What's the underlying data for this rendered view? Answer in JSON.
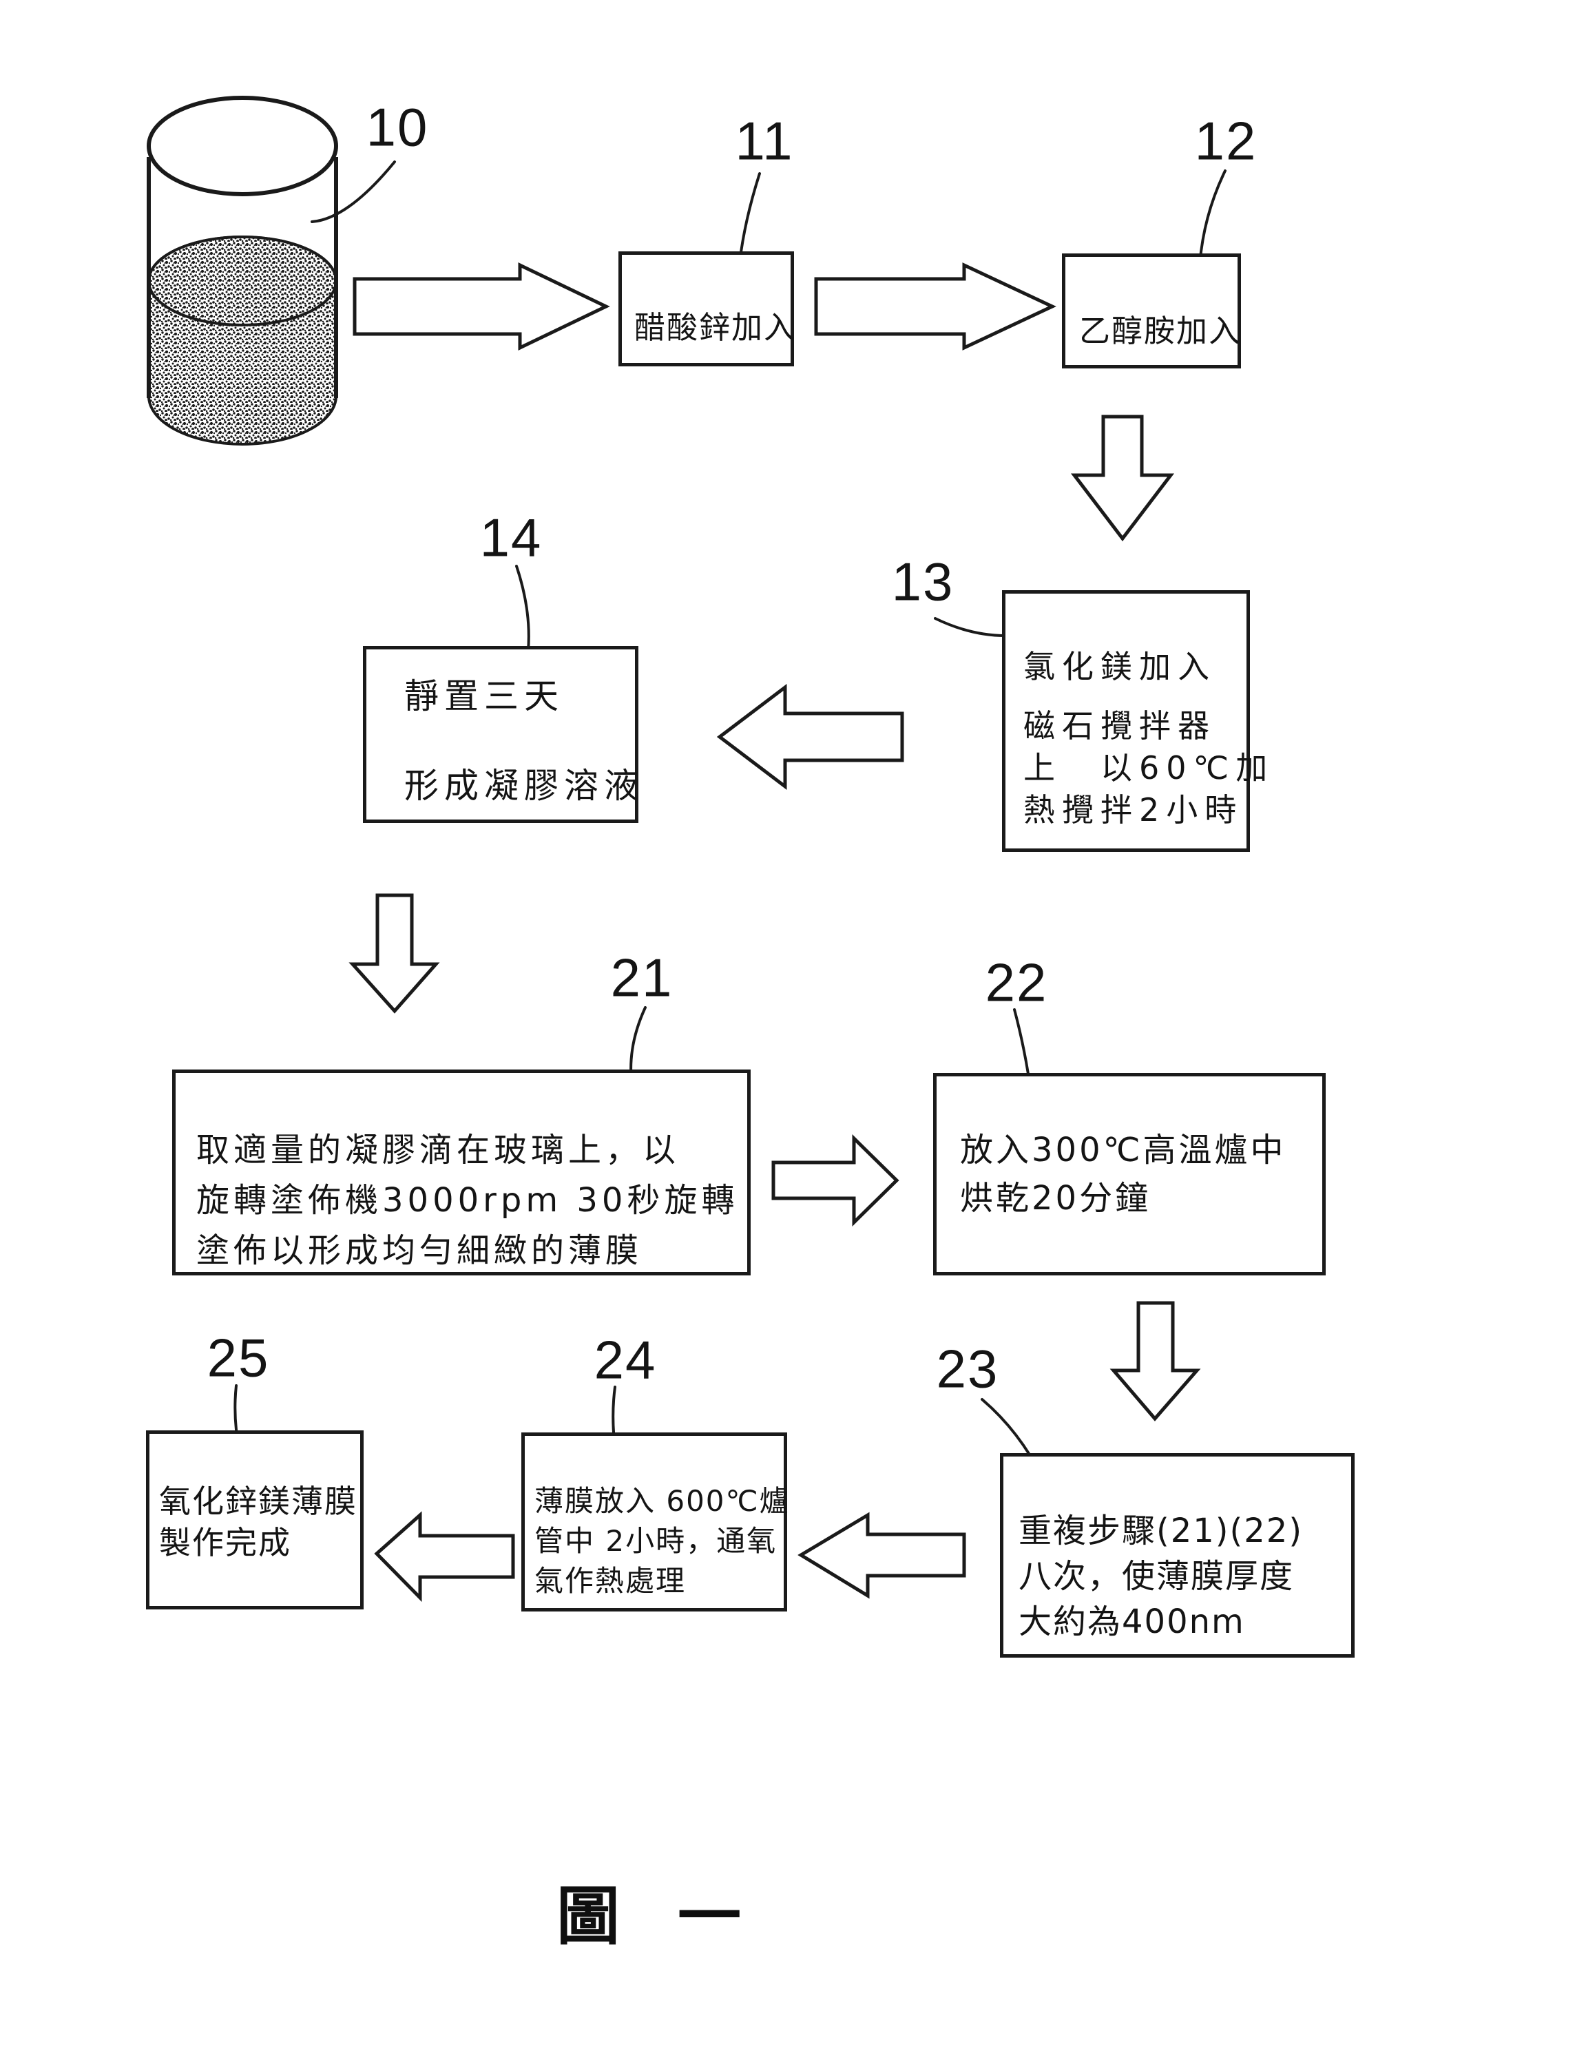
{
  "figure": {
    "caption": "圖 一",
    "colors": {
      "ink": "#1a1a1a",
      "paper": "#ffffff"
    }
  },
  "refs": {
    "r10": "10",
    "r11": "11",
    "r12": "12",
    "r13": "13",
    "r14": "14",
    "r21": "21",
    "r22": "22",
    "r23": "23",
    "r24": "24",
    "r25": "25"
  },
  "boxes": {
    "b11": {
      "lines": [
        "醋酸鋅加入"
      ]
    },
    "b12": {
      "lines": [
        "乙醇胺加入"
      ]
    },
    "b13": {
      "lines": [
        "氯化鎂加入",
        "磁石攪拌器",
        "上　以60℃加",
        "熱攪拌2小時"
      ]
    },
    "b14": {
      "lines": [
        "靜置三天",
        "形成凝膠溶液"
      ]
    },
    "b21": {
      "lines": [
        "取適量的凝膠滴在玻璃上，以",
        "旋轉塗佈機3000rpm 30秒旋轉",
        "塗佈以形成均勻細緻的薄膜"
      ]
    },
    "b22": {
      "lines": [
        "放入300℃高溫爐中",
        "烘乾20分鐘"
      ]
    },
    "b23": {
      "lines": [
        "重複步驟(21)(22)",
        "八次，使薄膜厚度",
        "大約為400nm"
      ]
    },
    "b24": {
      "lines": [
        "薄膜放入 600℃爐",
        "管中 2小時，通氧",
        "氣作熱處理"
      ]
    },
    "b25": {
      "lines": [
        "氧化鋅鎂薄膜",
        "製作完成"
      ]
    }
  }
}
